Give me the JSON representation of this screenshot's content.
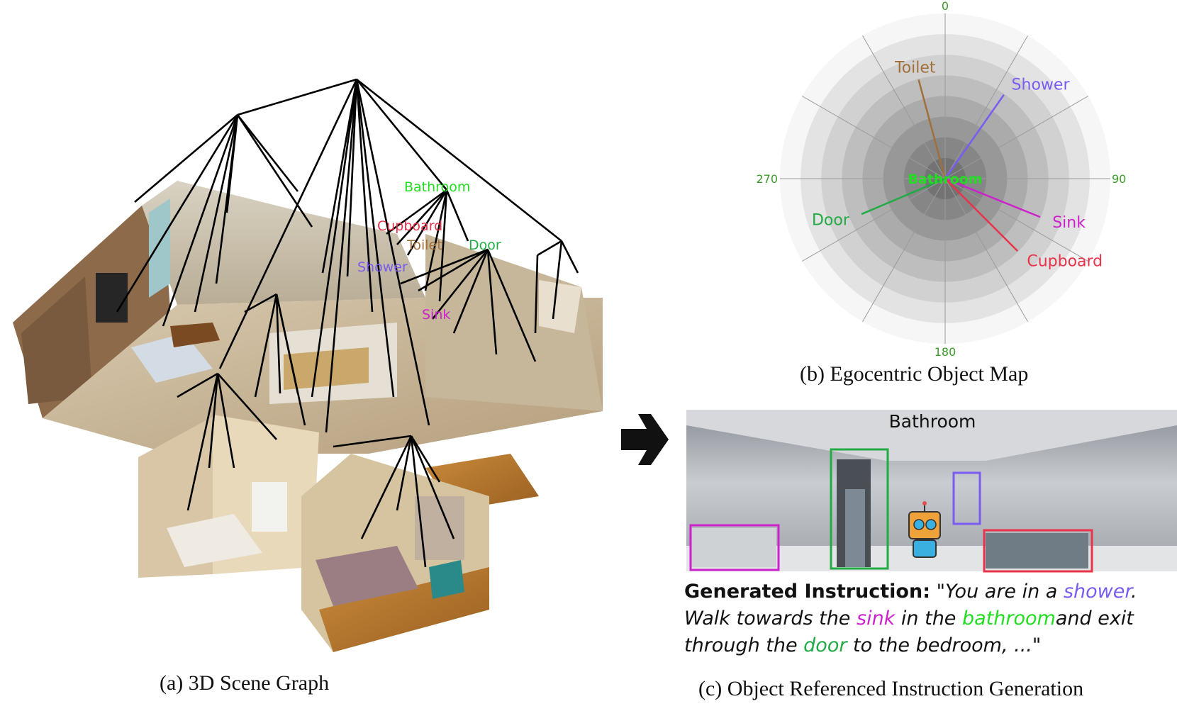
{
  "panel_a": {
    "caption": "(a)  3D  Scene  Graph",
    "labels": {
      "bathroom": "Bathroom",
      "cupboard": "Cupboard",
      "toilet": "Toilet",
      "door": "Door",
      "shower": "Shower",
      "sink": "Sink"
    }
  },
  "panel_b": {
    "caption": "(b)  Egocentric  Object  Map",
    "center_label": "Bathroom",
    "angle_ticks": [
      "0",
      "90",
      "180",
      "270"
    ],
    "objects": [
      {
        "name": "Toilet",
        "angle_deg": 345,
        "radius": 0.62,
        "color": "#a0703a"
      },
      {
        "name": "Shower",
        "angle_deg": 35,
        "radius": 0.62,
        "color": "#7b5cf0"
      },
      {
        "name": "Sink",
        "angle_deg": 112,
        "radius": 0.62,
        "color": "#cc22cc"
      },
      {
        "name": "Cupboard",
        "angle_deg": 135,
        "radius": 0.62,
        "color": "#e8334a"
      },
      {
        "name": "Door",
        "angle_deg": 247,
        "radius": 0.55,
        "color": "#22aa44"
      }
    ],
    "rings": 8
  },
  "panel_c": {
    "caption": "(c)  Object  Referenced  Instruction  Generation",
    "room_label": "Bathroom",
    "instruction": {
      "prefix": "Generated Instruction:",
      "q_open": " \"",
      "p1": "You are in a ",
      "shower": "shower",
      "p2": ". Walk towards the ",
      "sink": "sink",
      "p3": " in the ",
      "bathroom": "bathroom",
      "p4": "and exit through the ",
      "door": "door",
      "p5": " to the bedroom, ...",
      "q_close": "\""
    }
  },
  "colors": {
    "bathroom": "#22dd22",
    "cupboard": "#e8334a",
    "toilet": "#a0703a",
    "door": "#22aa44",
    "shower": "#7b5cf0",
    "sink": "#cc22cc",
    "tick": "#3a9a2a"
  }
}
